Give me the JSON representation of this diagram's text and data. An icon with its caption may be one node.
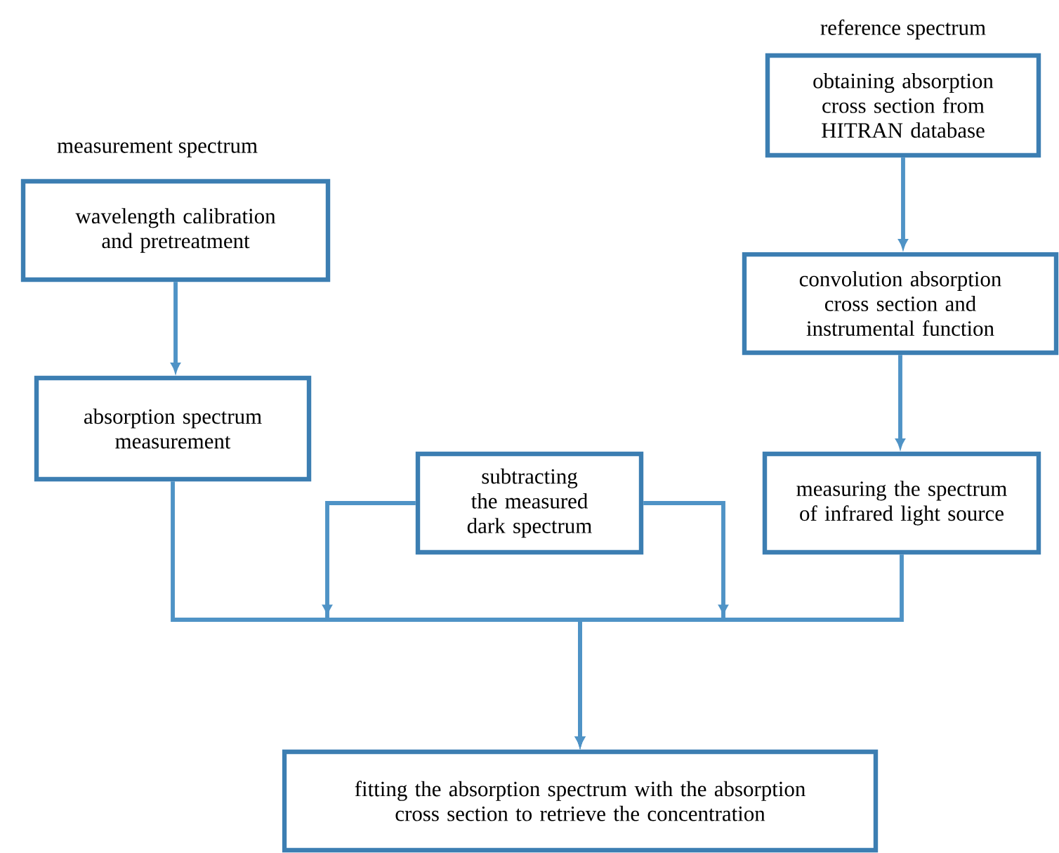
{
  "diagram": {
    "nodes": [
      {
        "text": [
          "wavelength calibration and pretreatment"
        ]
      },
      {
        "text": [
          "absorption spectrum measurement"
        ]
      },
      {
        "text": [
          "obtaining absorption cross section from HITRAN database"
        ]
      },
      {
        "text": [
          "convolution absorption cross section and instrumental function"
        ]
      },
      {
        "text": [
          "subtracting the measured dark spectrum"
        ]
      },
      {
        "text": [
          "measuring the spectrum of infrared light source"
        ]
      },
      {
        "text": [
          "fitting the absorption spectrum with the absorption cross section to retrieve the concentration"
        ]
      }
    ],
    "edges": [
      {
        "from": 0,
        "to": 1,
        "arrow": "to"
      },
      {
        "from": 2,
        "to": 3,
        "arrow": "to"
      },
      {
        "from": 3,
        "to": 5,
        "arrow": "to"
      },
      {
        "from": 1,
        "to": 6,
        "arrow": "to"
      },
      {
        "from": 4,
        "to": 6,
        "arrow": "to"
      },
      {
        "from": 4,
        "to": 6,
        "arrow": "to"
      },
      {
        "from": 5,
        "to": 6,
        "arrow": "to"
      }
    ],
    "labels": [
      "measurement spectrum",
      "reference spectrum"
    ]
  }
}
